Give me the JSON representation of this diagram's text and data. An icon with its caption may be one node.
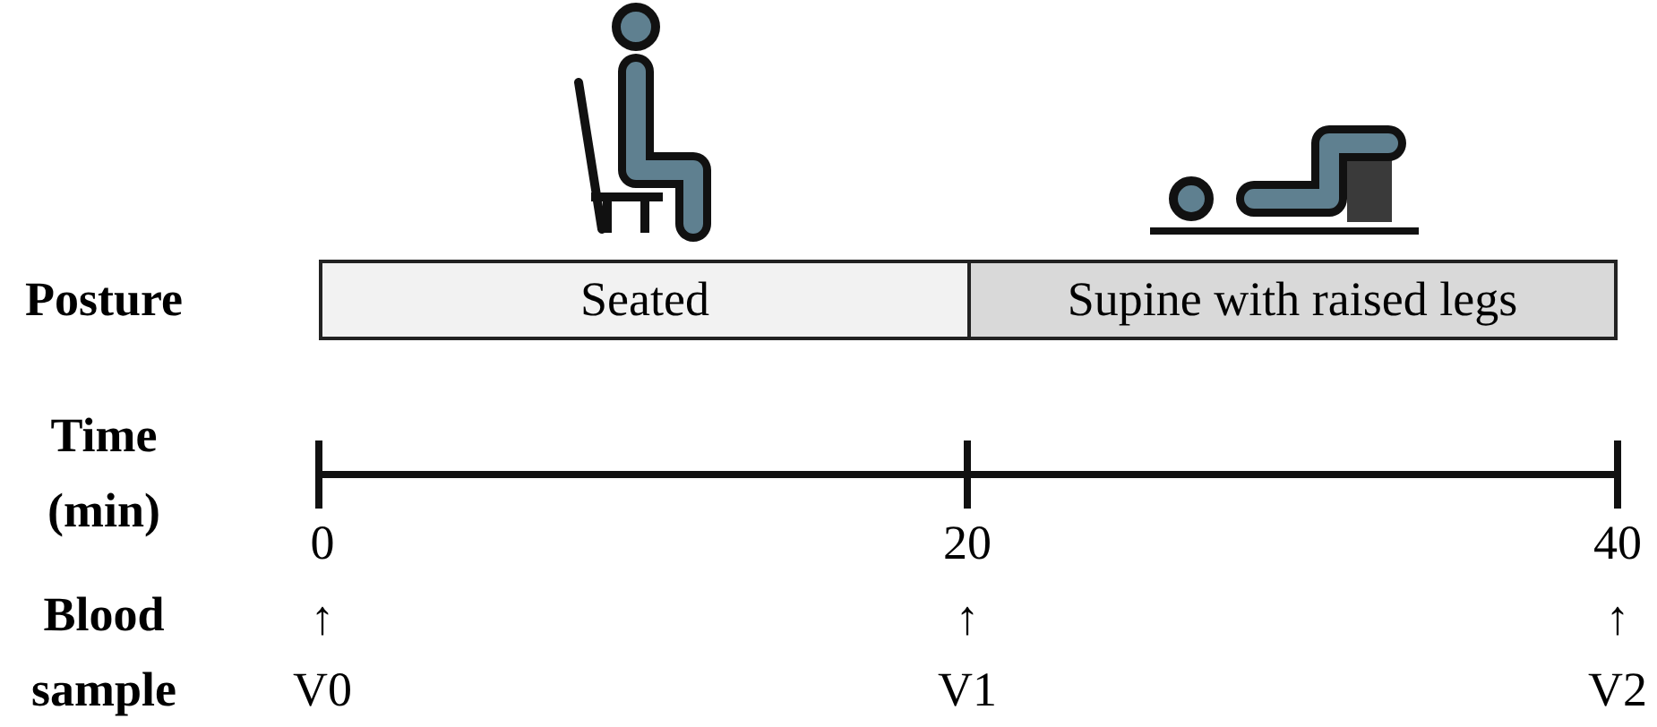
{
  "diagram": {
    "nodes": [
      {
        "text": [
          "Seated"
        ]
      },
      {
        "text": [
          "Supine with raised legs"
        ]
      }
    ],
    "edges": [],
    "labels": [
      "Posture",
      "Time (min)",
      "0",
      "20",
      "40",
      "Blood sample",
      "↑",
      "↑",
      "↑",
      "V0",
      "V1",
      "V2"
    ]
  }
}
